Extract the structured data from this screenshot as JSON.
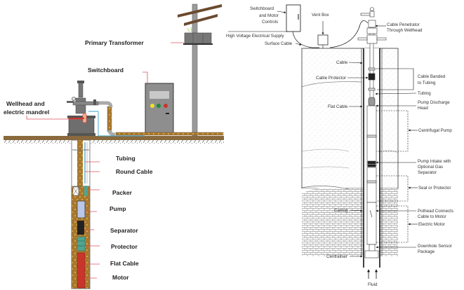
{
  "left_diagram": {
    "title": "ESP surface and downhole components",
    "labels": {
      "primary_transformer": "Primary Transformer",
      "switchboard": "Switchboard",
      "wellhead_line1": "Wellhead and",
      "wellhead_line2": "electric mandrel",
      "tubing": "Tubing",
      "round_cable": "Round Cable",
      "packer": "Packer",
      "pump": "Pump",
      "separator": "Separator",
      "protector": "Protector",
      "flat_cable": "Flat Cable",
      "motor": "Motor"
    },
    "colors": {
      "leader": "#e0505a",
      "ground": "#8a6a3c",
      "fluid": "#a8782f",
      "equipment": "#6e6e6e",
      "cable": "#3aa0c8",
      "pump": "#b9c7e8",
      "protector": "#4fa58f",
      "motor": "#c8352a",
      "light_yellow": "#f2e12a",
      "light_green": "#1f8a3a",
      "light_red": "#c8352a"
    }
  },
  "right_diagram": {
    "title": "ESP schematic",
    "labels": {
      "switchboard_line1": "Switchboard",
      "switchboard_line2": "and Motor",
      "switchboard_line3": "Controls",
      "high_voltage": "High Voltage Electrical Supply",
      "surface_cable": "Surface Cable",
      "vent_box": "Vent Box",
      "cable_penetrator_line1": "Cable Penetrator",
      "cable_penetrator_line2": "Through Wellhead",
      "cable": "Cable",
      "cable_protector": "Cable Protector",
      "cable_banded_line1": "Cable Banded",
      "cable_banded_line2": "to Tubing",
      "tubing": "Tubing",
      "flat_cable": "Flat Cable",
      "pump_discharge_line1": "Pump Discharge",
      "pump_discharge_line2": "Head",
      "centrifugal_pump": "Centrifugal Pump",
      "pump_intake_line1": "Pump Intake with",
      "pump_intake_line2": "Optional Gas",
      "pump_intake_line3": "Separator",
      "seal_protector": "Seal or Protector",
      "casing": "Casing",
      "pothead_line1": "Pothead Connects",
      "pothead_line2": "Cable to Motor",
      "electric_motor": "Electric Motor",
      "sensor_line1": "Downhole Sensor",
      "sensor_line2": "Package",
      "centraliser": "Centraliser",
      "fluid": "Fluid"
    }
  }
}
